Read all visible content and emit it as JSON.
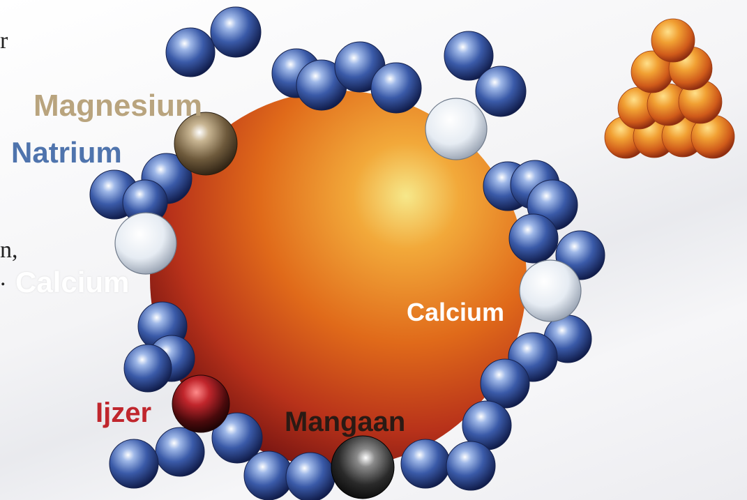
{
  "labels": {
    "magnesium": "Magnesium",
    "natrium": "Natrium",
    "calcium_left": "Calcium",
    "calcium_right": "Calcium",
    "ijzer": "Ijzer",
    "mangaan": "Mangaan"
  },
  "edge_text": [
    "r",
    "n,",
    "."
  ],
  "colors": {
    "magnesium": "#b9a47e",
    "natrium": "#4f74ad",
    "calcium_left": "#ffffff",
    "calcium_right": "#ffffff",
    "ijzer": "#c0262d",
    "mangaan": "#2a1a14"
  }
}
